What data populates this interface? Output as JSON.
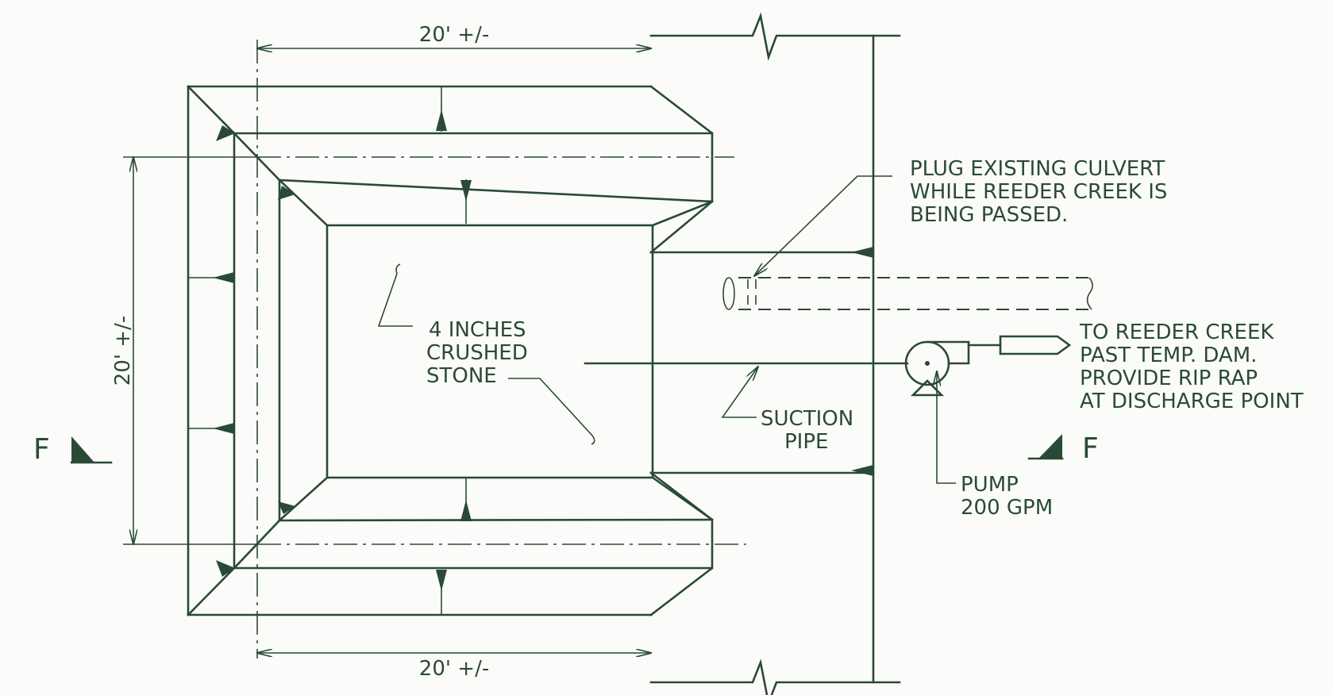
{
  "colors": {
    "ink": "#2a4a36",
    "paper": "#fbfcfa"
  },
  "dimensions": {
    "top_width": "20' +/-",
    "bottom_width": "20' +/-",
    "side_height": "20' +/-"
  },
  "section_markers": {
    "left": "F",
    "right": "F"
  },
  "notes": {
    "culvert": [
      "PLUG EXISTING CULVERT",
      "WHILE REEDER CREEK IS",
      "BEING PASSED."
    ],
    "stone": [
      "4 INCHES",
      "CRUSHED",
      "STONE"
    ],
    "suction": [
      "SUCTION",
      "PIPE"
    ],
    "discharge": [
      "TO REEDER CREEK",
      "PAST TEMP. DAM.",
      "PROVIDE RIP RAP",
      "AT DISCHARGE POINT"
    ],
    "pump": [
      "PUMP",
      "200 GPM"
    ]
  },
  "icons": [
    "pump-icon",
    "section-arrow-icon",
    "break-line-icon"
  ]
}
